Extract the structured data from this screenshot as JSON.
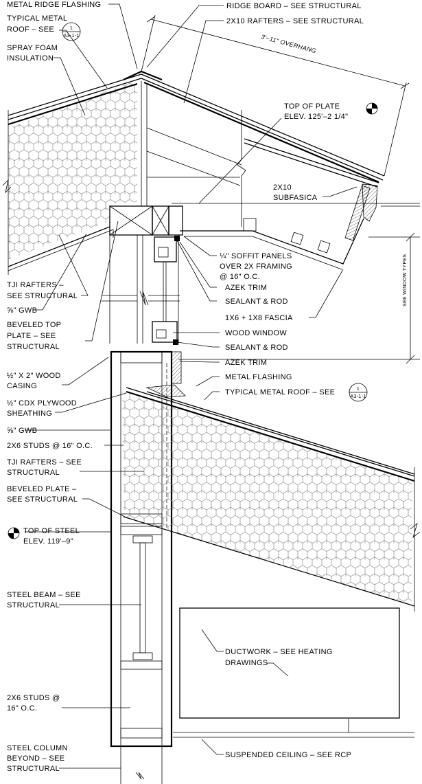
{
  "labels": {
    "metal_ridge_flashing": "METAL RIDGE FLASHING",
    "typical_metal_roof_1": "TYPICAL METAL",
    "typical_metal_roof_2": "ROOF – SEE",
    "spray_foam_1": "SPRAY FOAM",
    "spray_foam_2": "INSULATION",
    "ridge_board": "RIDGE BOARD – SEE STRUCTURAL",
    "rafters_2x10": "2X10 RAFTERS – SEE STRUCTURAL",
    "overhang": "3'–11\" OVERHANG",
    "top_of_plate_1": "TOP OF PLATE",
    "top_of_plate_2": "ELEV. 125'–2 1/4\"",
    "subfascia_1": "2X10",
    "subfascia_2": "SUBFASICA",
    "soffit_1": "¼\" SOFFIT PANELS",
    "soffit_2": "OVER 2X FRAMING",
    "soffit_3": "@ 16\" O.C.",
    "azek_trim_upper": "AZEK TRIM",
    "sealant_rod_upper": "SEALANT & ROD",
    "fascia": "1X6 + 1X8 FASCIA",
    "see_window_types": "SEE WINDOW TYPES",
    "tji_rafters_upper_1": "TJI RAFTERS –",
    "tji_rafters_upper_2": "SEE STRUCTURAL",
    "gwb_upper": "⅝\" GWB",
    "beveled_top_plate_1": "BEVELED TOP",
    "beveled_top_plate_2": "PLATE – SEE",
    "beveled_top_plate_3": "STRUCTURAL",
    "wood_window": "WOOD WINDOW",
    "sealant_rod_lower": "SEALANT & ROD",
    "azek_trim_lower": "AZEK TRIM",
    "wood_casing_1": "½\" X 2\" WOOD",
    "wood_casing_2": "CASING",
    "metal_flashing": "METAL FLASHING",
    "typical_metal_roof_lower": "TYPICAL METAL ROOF – SEE",
    "plywood_1": "½\" CDX PLYWOOD",
    "plywood_2": "SHEATHING",
    "gwb_lower": "⅝\" GWB",
    "studs_upper": "2X6 STUDS @ 16\" O.C.",
    "tji_rafters_lower_1": "TJI RAFTERS – SEE",
    "tji_rafters_lower_2": "STRUCTURAL",
    "beveled_plate_1": "BEVELED PLATE –",
    "beveled_plate_2": "SEE STRUCTURAL",
    "top_of_steel_1": "TOP OF STEEL",
    "top_of_steel_2": "ELEV. 119'–9\"",
    "steel_beam_1": "STEEL BEAM – SEE",
    "steel_beam_2": "STRUCTURAL",
    "ductwork_1": "DUCTWORK – SEE HEATING",
    "ductwork_2": "DRAWINGS",
    "studs_lower_1": "2X6 STUDS @",
    "studs_lower_2": "16\" O.C.",
    "steel_column_1": "STEEL COLUMN",
    "steel_column_2": "BEYOND – SEE",
    "steel_column_3": "STRUCTURAL",
    "suspended_ceiling": "SUSPENDED CEILING – SEE RCP"
  },
  "detail_ref": {
    "number": "1",
    "sheet": "A3-1-1"
  },
  "colors": {
    "line": "#000000",
    "background": "#ffffff",
    "insulation": "#f2f2f2"
  }
}
